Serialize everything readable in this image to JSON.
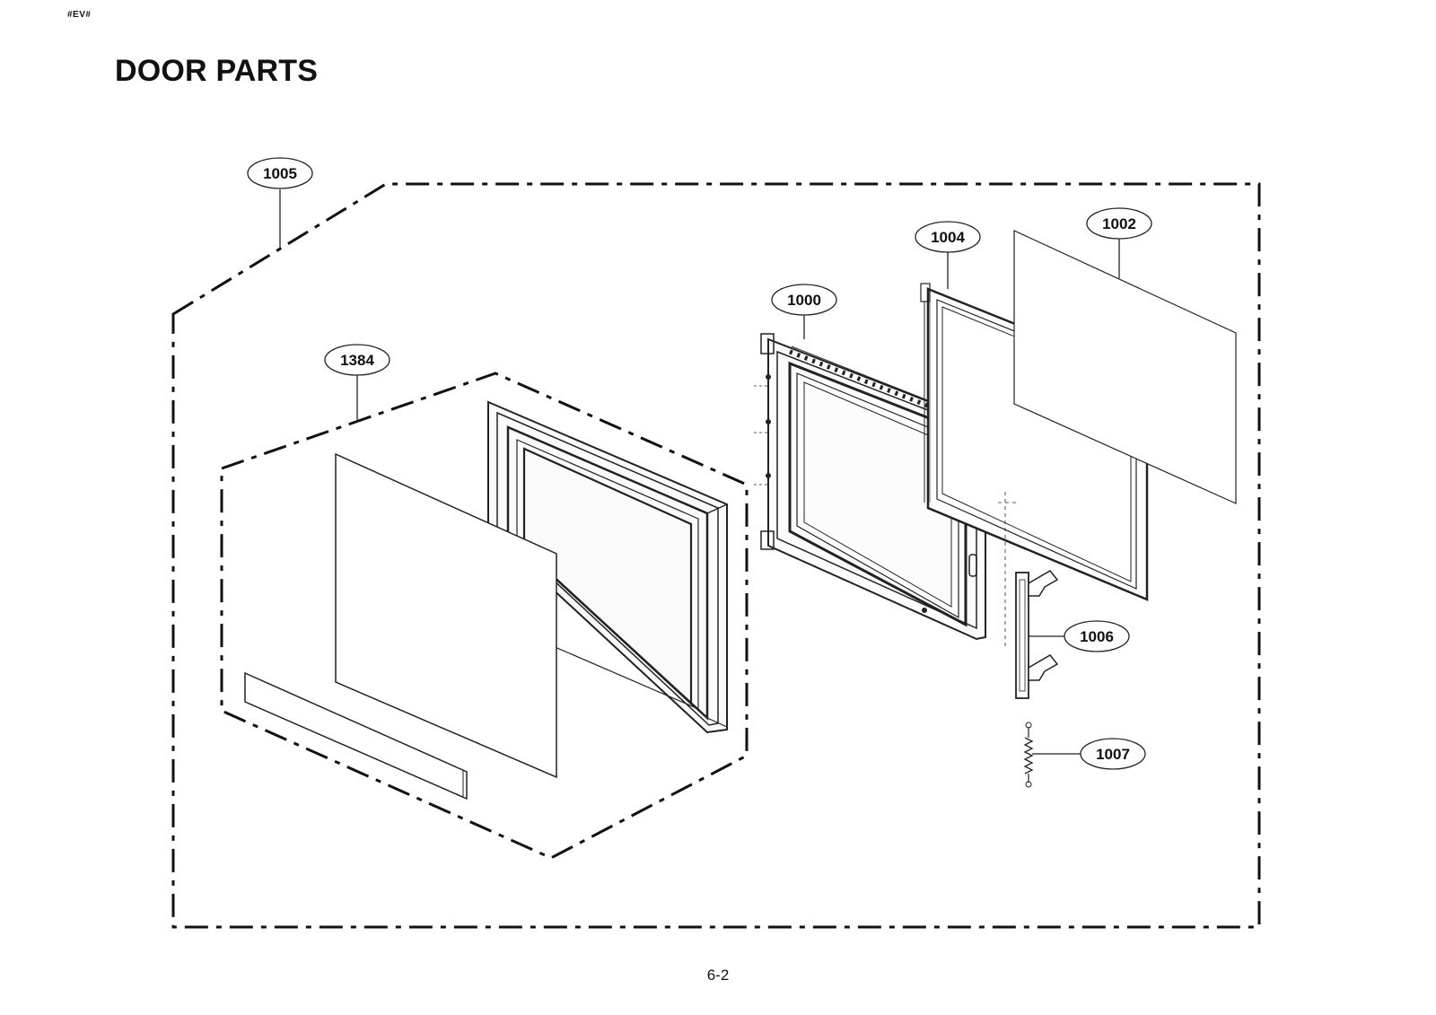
{
  "header": {
    "doc_code": "#EV#",
    "title": "DOOR PARTS"
  },
  "callouts": {
    "c1005": "1005",
    "c1384": "1384",
    "c1000": "1000",
    "c1004": "1004",
    "c1002": "1002",
    "c1006": "1006",
    "c1007": "1007"
  },
  "footer": {
    "page_number": "6-2"
  }
}
